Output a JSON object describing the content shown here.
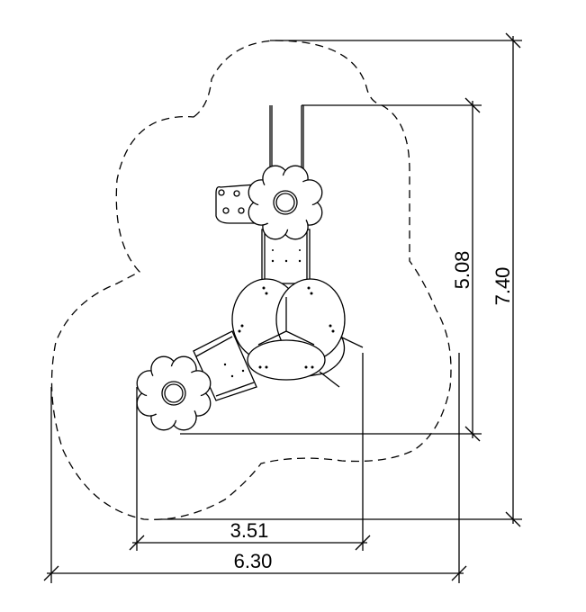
{
  "drawing": {
    "dimensions": {
      "overall_height": "7.40",
      "structure_height": "5.08",
      "structure_width": "3.51",
      "overall_width": "6.30"
    },
    "colors": {
      "line": "#000000",
      "background": "#ffffff"
    }
  }
}
